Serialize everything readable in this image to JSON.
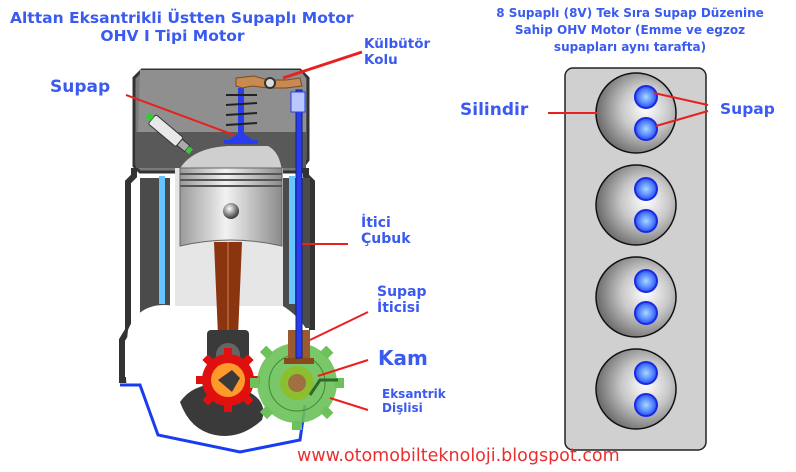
{
  "left_diagram": {
    "title": "Alttan Eksantrikli Üstten Supaplı Motor",
    "subtitle": "OHV I Tipi Motor",
    "labels": {
      "supap": "Supap",
      "kulbutor_line1": "Külbütör",
      "kulbutor_line2": "Kolu",
      "itici_line1": "İtici",
      "itici_line2": "Çubuk",
      "supap_iticisi_line1": "Supap",
      "supap_iticisi_line2": "İticisi",
      "kam": "Kam",
      "eksantrik_line1": "Eksantrik",
      "eksantrik_line2": "Dişlisi"
    }
  },
  "right_diagram": {
    "title_line1": "8 Supaplı (8V) Tek Sıra Supap Düzenine",
    "title_line2": "Sahip OHV Motor (Emme ve egzoz",
    "title_line3": "supapları aynı tarafta)",
    "labels": {
      "silindir": "Silindir",
      "supap": "Supap"
    },
    "cylinder_count": 4,
    "valves_per_cylinder": 2
  },
  "footer": {
    "url": "www.otomobilteknoloji.blogspot.com"
  },
  "colors": {
    "label_blue": "#3a5af0",
    "leader_red": "#e82020",
    "valve_blue": "#1a3cf0",
    "block_gray": "#555555"
  }
}
